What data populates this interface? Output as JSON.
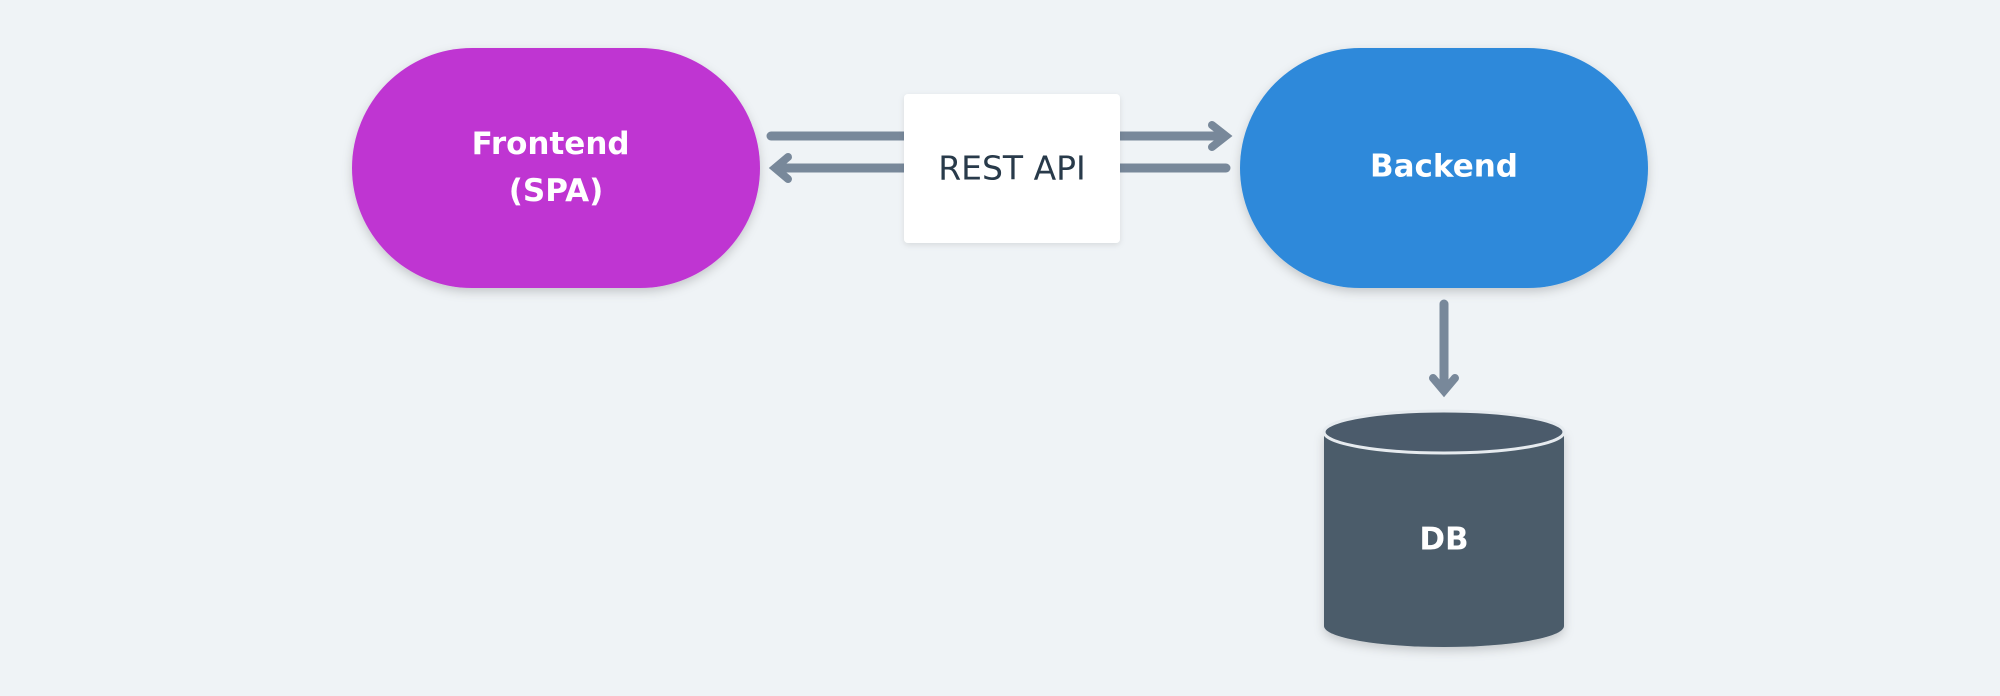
{
  "colors": {
    "background": "#eff3f6",
    "frontend": "#bf36d2",
    "backend": "#2e89da",
    "database": "#4b5b6b",
    "database_outline": "#e6ebef",
    "api_box": "#ffffff",
    "arrow": "#78889a",
    "node_text": "#ffffff",
    "api_text": "#283a4a"
  },
  "nodes": {
    "frontend": {
      "line1": "Frontend",
      "line2": "(SPA)"
    },
    "api": {
      "label": "REST API"
    },
    "backend": {
      "label": "Backend"
    },
    "database": {
      "label": "DB"
    }
  },
  "edges": [
    {
      "from": "frontend",
      "to": "api",
      "direction": "right"
    },
    {
      "from": "api",
      "to": "backend",
      "direction": "right"
    },
    {
      "from": "backend",
      "to": "api",
      "direction": "left"
    },
    {
      "from": "api",
      "to": "frontend",
      "direction": "left"
    },
    {
      "from": "backend",
      "to": "database",
      "direction": "down"
    }
  ]
}
